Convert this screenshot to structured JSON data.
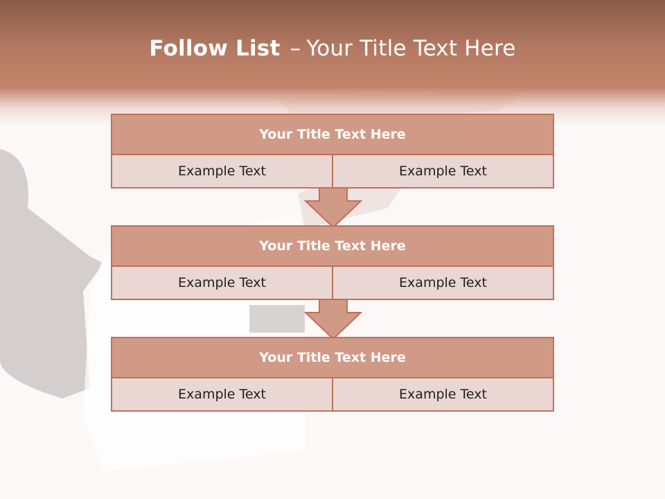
{
  "slide": {
    "title_bold": "Follow List",
    "title_dash": "–",
    "title_rest": "Your Title Text Here"
  },
  "steps": [
    {
      "title": "Your Title Text Here",
      "left": "Example Text",
      "right": "Example Text"
    },
    {
      "title": "Your Title Text Here",
      "left": "Example Text",
      "right": "Example Text"
    },
    {
      "title": "Your Title Text Here",
      "left": "Example Text",
      "right": "Example Text"
    }
  ],
  "colors": {
    "header_top": "#8a5a46",
    "accent": "#c0705a",
    "block_head": "#d09a86",
    "block_cell": "#ead6d2"
  }
}
